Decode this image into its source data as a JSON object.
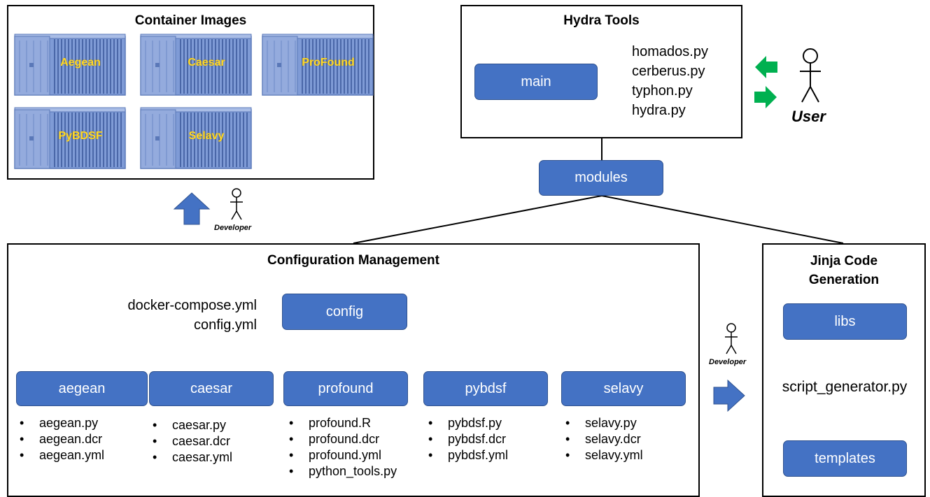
{
  "container_images": {
    "title": "Container Images",
    "items": [
      "Aegean",
      "Caesar",
      "ProFound",
      "PyBDSF",
      "Selavy"
    ]
  },
  "hydra_tools": {
    "title": "Hydra Tools",
    "main_label": "main",
    "scripts": [
      "homados.py",
      "cerberus.py",
      "typhon.py",
      "hydra.py"
    ]
  },
  "modules_label": "modules",
  "user_label": "User",
  "developer_label": "Developer",
  "config_mgmt": {
    "title": "Configuration Management",
    "config_label": "config",
    "config_files": [
      "docker-compose.yml",
      "config.yml"
    ],
    "tools": [
      {
        "name": "aegean",
        "files": [
          "aegean.py",
          "aegean.dcr",
          "aegean.yml"
        ]
      },
      {
        "name": "caesar",
        "files": [
          "caesar.py",
          "caesar.dcr",
          "caesar.yml"
        ]
      },
      {
        "name": "profound",
        "files": [
          "profound.R",
          "profound.dcr",
          "profound.yml",
          "python_tools.py"
        ]
      },
      {
        "name": "pybdsf",
        "files": [
          "pybdsf.py",
          "pybdsf.dcr",
          "pybdsf.yml"
        ]
      },
      {
        "name": "selavy",
        "files": [
          "selavy.py",
          "selavy.dcr",
          "selavy.yml"
        ]
      }
    ]
  },
  "jinja": {
    "title_line1": "Jinja Code",
    "title_line2": "Generation",
    "libs_label": "libs",
    "script_label": "script_generator.py",
    "templates_label": "templates"
  },
  "colors": {
    "box_fill": "#4472c4",
    "container_fill": "#7f9bd6",
    "container_text": "#ffd928",
    "user_arrow": "#00b050"
  }
}
